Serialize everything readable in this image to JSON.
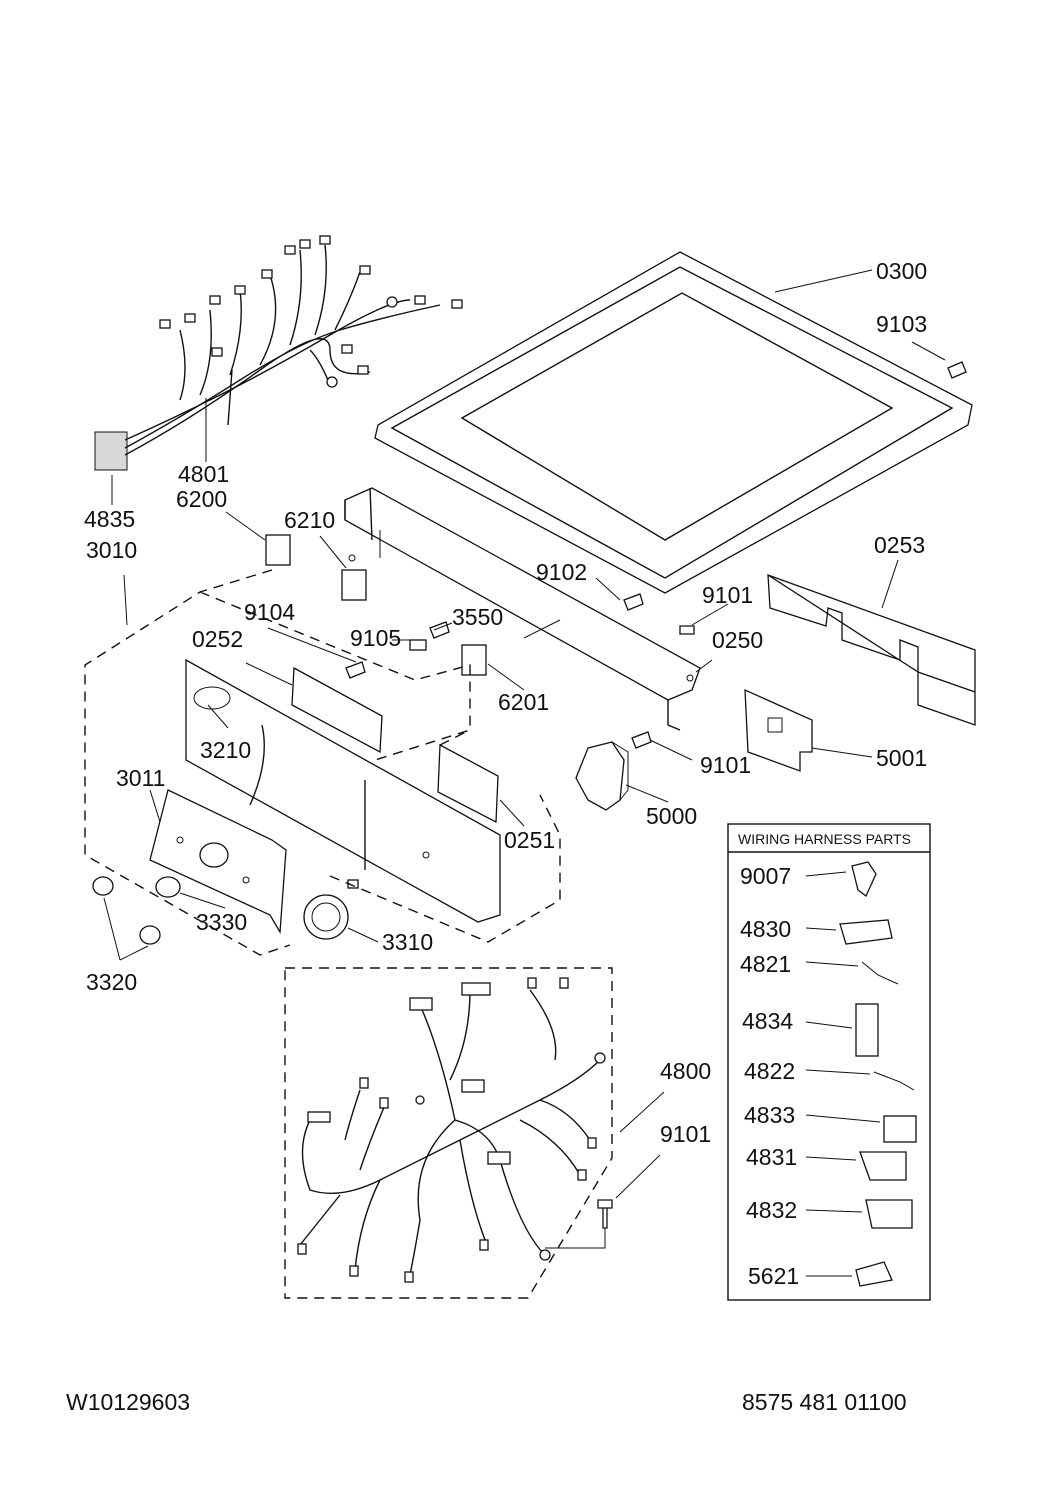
{
  "labels": {
    "p0300": "0300",
    "p9103": "9103",
    "p4801": "4801",
    "p4835": "4835",
    "p6200": "6200",
    "p3010": "3010",
    "p6210": "6210",
    "p0253": "0253",
    "p9102": "9102",
    "p9101a": "9101",
    "p9104": "9104",
    "p3550": "3550",
    "p9105": "9105",
    "p0252": "0252",
    "p0250": "0250",
    "p6201": "6201",
    "p3210": "3210",
    "p9101b": "9101",
    "p5001": "5001",
    "p3011": "3011",
    "p5000": "5000",
    "p0251": "0251",
    "p3330": "3330",
    "p3310": "3310",
    "p3320": "3320",
    "p4800": "4800",
    "p9101c": "9101"
  },
  "legend": {
    "title": "WIRING HARNESS PARTS",
    "items": [
      "9007",
      "4830",
      "4821",
      "4834",
      "4822",
      "4833",
      "4831",
      "4832",
      "5621"
    ]
  },
  "footer": {
    "left": "W10129603",
    "right": "8575 481 01100"
  }
}
